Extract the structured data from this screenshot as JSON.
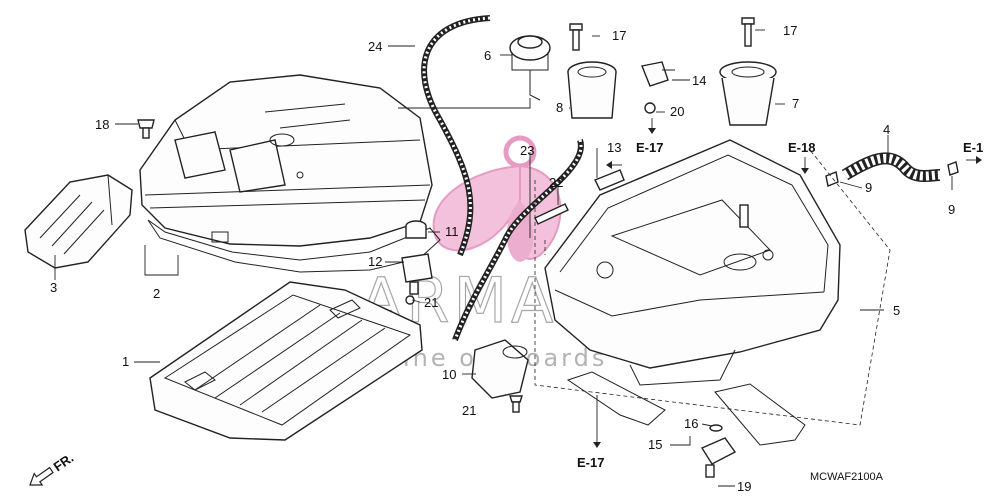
{
  "diagram": {
    "code": "MCWAF2100A",
    "watermark": {
      "name": "ARMADA",
      "tagline": "marine outboards"
    },
    "callouts": {
      "n1": "1",
      "n2": "2",
      "n3": "3",
      "n4": "4",
      "n5": "5",
      "n6": "6",
      "n7": "7",
      "n8": "8",
      "n9a": "9",
      "n9b": "9",
      "n10": "10",
      "n11": "11",
      "n12": "12",
      "n13": "13",
      "n14": "14",
      "n15": "15",
      "n16": "16",
      "n17a": "17",
      "n17b": "17",
      "n18": "18",
      "n19": "19",
      "n20": "20",
      "n21a": "21",
      "n21b": "21",
      "n22": "22",
      "n23": "23",
      "n24": "24"
    },
    "references": {
      "e17a": "E-17",
      "e17b": "E-17",
      "e18": "E-18",
      "e1": "E-1"
    },
    "direction": "FR."
  }
}
